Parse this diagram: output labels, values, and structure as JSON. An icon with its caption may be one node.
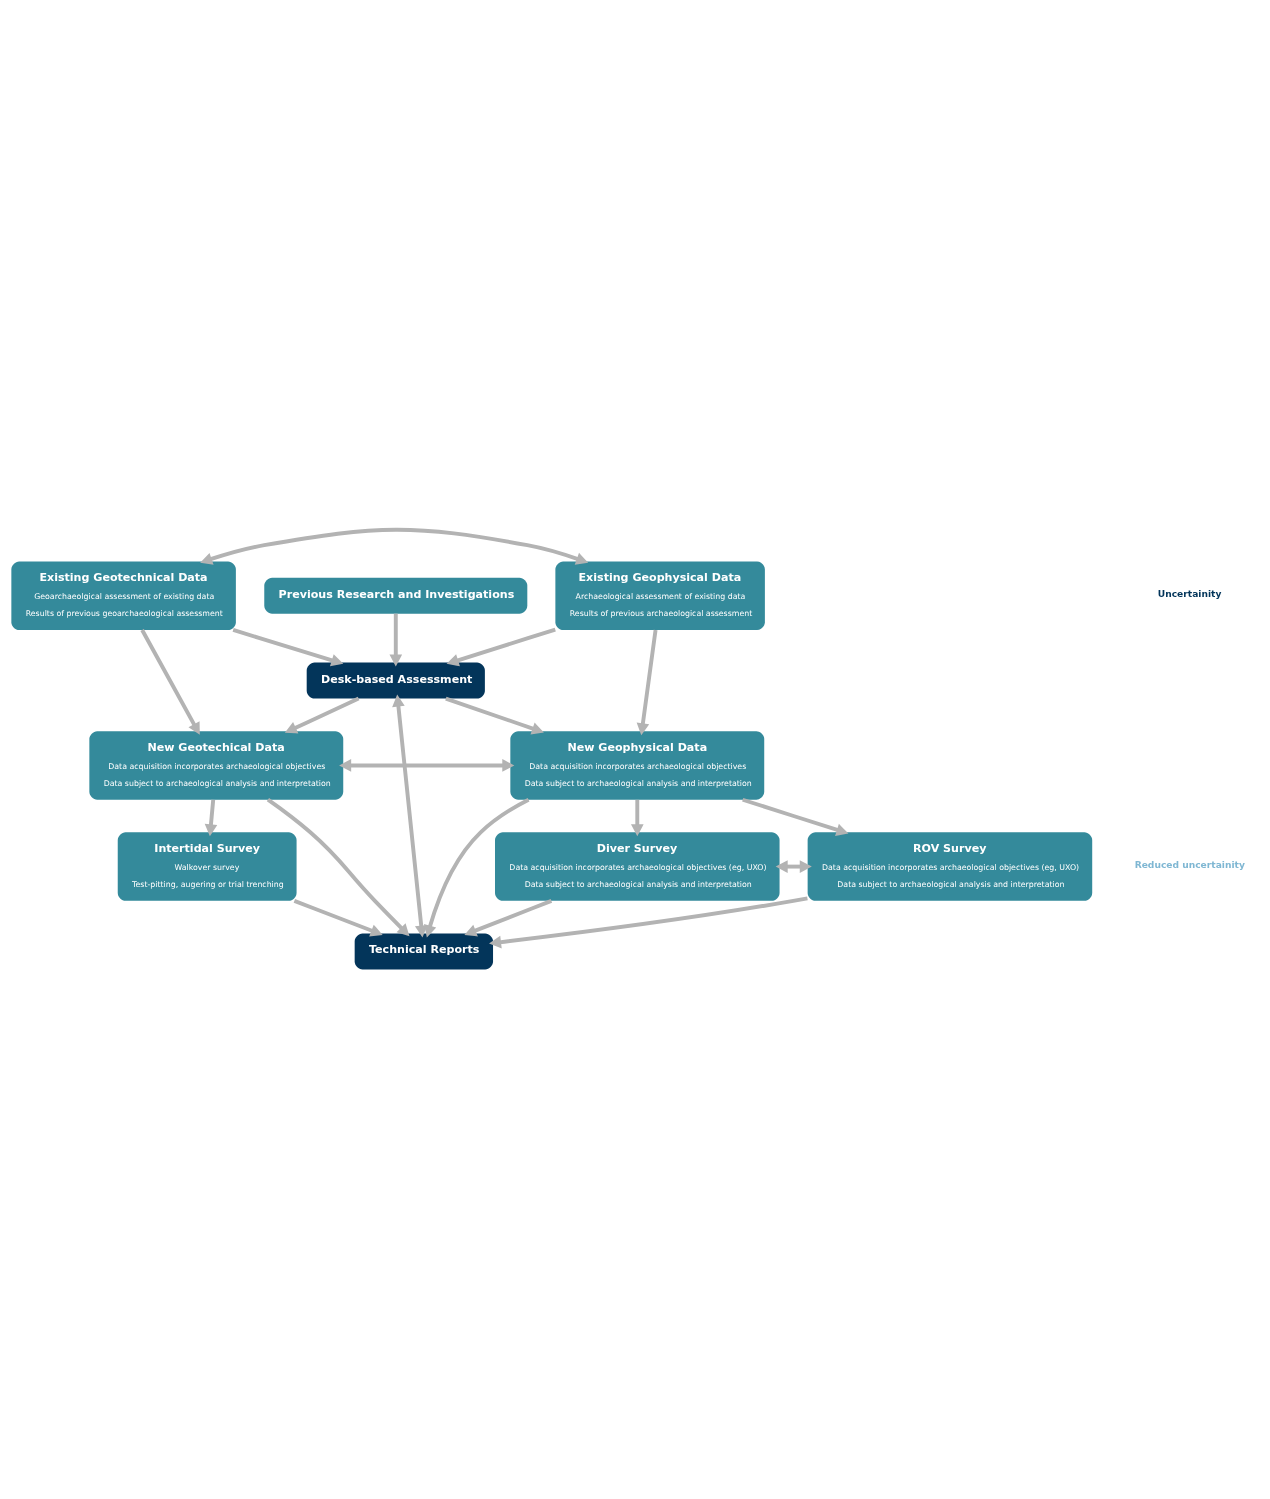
{
  "diagram": {
    "nodes": [
      {
        "text": [
          "Previous Research and Investigations"
        ]
      },
      {
        "text": [
          "Existing Geophysical Data",
          "Archaeological assessment of existing data",
          "Results of previous archaeological assessment"
        ]
      },
      {
        "text": [
          "Existing Geotechnical Data",
          "Geoarchaeolgical assessment of existing data",
          "Results of previous geoarchaeological assessment"
        ]
      },
      {
        "text": [
          "Desk-based Assessment"
        ]
      },
      {
        "text": [
          "New Geophysical Data",
          "Data acquisition incorporates archaeological objectives",
          "Data subject to archaeological analysis and interpretation"
        ]
      },
      {
        "text": [
          "New Geotechical Data",
          "Data acquisition incorporates archaeological objectives",
          "Data subject to archaeological analysis and interpretation"
        ]
      },
      {
        "text": [
          "Technical Reports"
        ]
      },
      {
        "text": [
          "Diver Survey",
          "Data acquisition incorporates archaeological objectives (eg, UXO)",
          "Data subject to archaeological analysis and interpretation"
        ]
      },
      {
        "text": [
          "ROV Survey",
          "Data acquisition incorporates archaeological objectives (eg, UXO)",
          "Data subject to archaeological analysis and interpretation"
        ]
      },
      {
        "text": [
          "Intertidal Survey",
          "Walkover survey",
          "Test-pitting, augering or trial trenching"
        ]
      }
    ],
    "edges": [
      {
        "from": 0,
        "to": 3,
        "arrow": "to"
      },
      {
        "from": 1,
        "to": 2,
        "arrow": "both"
      },
      {
        "from": 1,
        "to": 3,
        "arrow": "to"
      },
      {
        "from": 2,
        "to": 3,
        "arrow": "to"
      },
      {
        "from": 1,
        "to": 4,
        "arrow": "to"
      },
      {
        "from": 2,
        "to": 5,
        "arrow": "to"
      },
      {
        "from": 3,
        "to": 4,
        "arrow": "to"
      },
      {
        "from": 3,
        "to": 5,
        "arrow": "to"
      },
      {
        "from": 3,
        "to": 6,
        "arrow": "both"
      },
      {
        "from": 4,
        "to": 5,
        "arrow": "both"
      },
      {
        "from": 4,
        "to": 6,
        "arrow": "to"
      },
      {
        "from": 5,
        "to": 6,
        "arrow": "to"
      },
      {
        "from": 4,
        "to": 7,
        "arrow": "to"
      },
      {
        "from": 5,
        "to": 9,
        "arrow": "to"
      },
      {
        "from": 4,
        "to": 8,
        "arrow": "to"
      },
      {
        "from": 7,
        "to": 6,
        "arrow": "to"
      },
      {
        "from": 8,
        "to": 6,
        "arrow": "to"
      },
      {
        "from": 9,
        "to": 6,
        "arrow": "to"
      },
      {
        "from": 7,
        "to": 8,
        "arrow": "both"
      }
    ],
    "labels": [
      "Uncertainity",
      "Reduced uncertainity"
    ]
  }
}
